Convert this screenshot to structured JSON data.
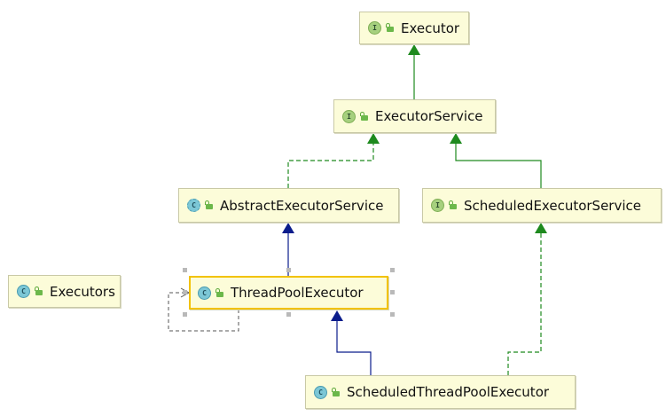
{
  "nodes": {
    "executor": {
      "label": "Executor",
      "kind": "I"
    },
    "executor_service": {
      "label": "ExecutorService",
      "kind": "I"
    },
    "abstract_executor_service": {
      "label": "AbstractExecutorService",
      "kind": "C"
    },
    "scheduled_executor_service": {
      "label": "ScheduledExecutorService",
      "kind": "I"
    },
    "executors": {
      "label": "Executors",
      "kind": "C"
    },
    "thread_pool_executor": {
      "label": "ThreadPoolExecutor",
      "kind": "C"
    },
    "scheduled_thread_pool_executor": {
      "label": "ScheduledThreadPoolExecutor",
      "kind": "C"
    }
  },
  "colors": {
    "extends_interface": "#1e8a1e",
    "implements": "#1e8a1e",
    "extends_class": "#0b1d8c",
    "dependency": "#555555",
    "selection": "#f2c200",
    "node_fill": "#fcfcd9"
  },
  "icons": {
    "interface": "interface-badge-icon",
    "class": "class-badge-icon",
    "abstract_class": "abstract-class-badge-icon",
    "visibility": "public-lock-icon"
  }
}
